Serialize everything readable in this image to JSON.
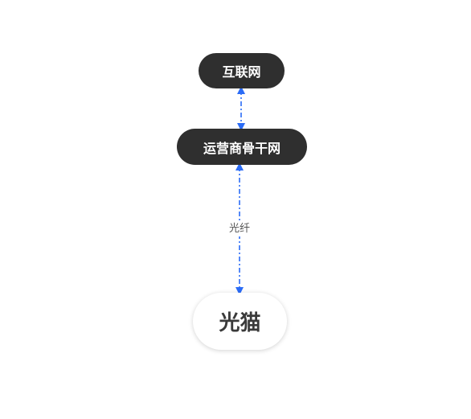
{
  "diagram": {
    "nodes": {
      "internet": {
        "label": "互联网"
      },
      "backbone": {
        "label": "运营商骨干网"
      },
      "modem": {
        "label": "光猫"
      }
    },
    "edges": [
      {
        "from": "internet",
        "to": "backbone",
        "label": "",
        "style": "dashed",
        "direction": "both"
      },
      {
        "from": "backbone",
        "to": "modem",
        "label": "光纤",
        "style": "dashed",
        "direction": "both"
      }
    ],
    "colors": {
      "node_dark_bg": "#2f2f2f",
      "node_dark_text": "#ffffff",
      "node_light_bg": "#ffffff",
      "node_light_text": "#3a3a3a",
      "edge": "#2b6cf6"
    }
  }
}
